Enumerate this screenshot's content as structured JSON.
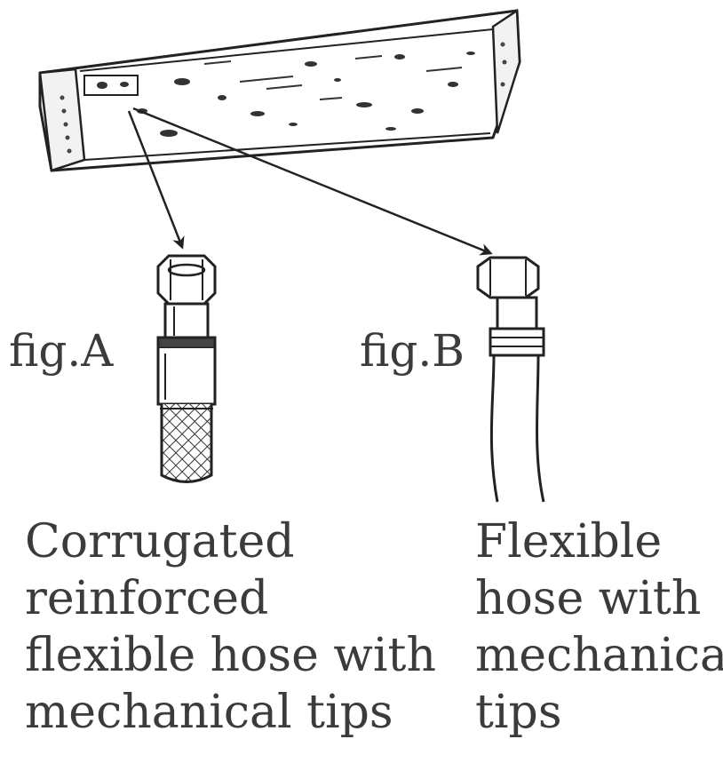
{
  "figures": {
    "a": {
      "label": "fig.A",
      "caption": [
        "Corrugated",
        "reinforced",
        "flexible hose with",
        "mechanical tips"
      ]
    },
    "b": {
      "label": "fig.B",
      "caption": [
        "Flexible",
        "hose with",
        "mechanical",
        "tips"
      ]
    }
  },
  "colors": {
    "ink": "#222222",
    "text": "#3b3b3b",
    "background": "#ffffff"
  }
}
